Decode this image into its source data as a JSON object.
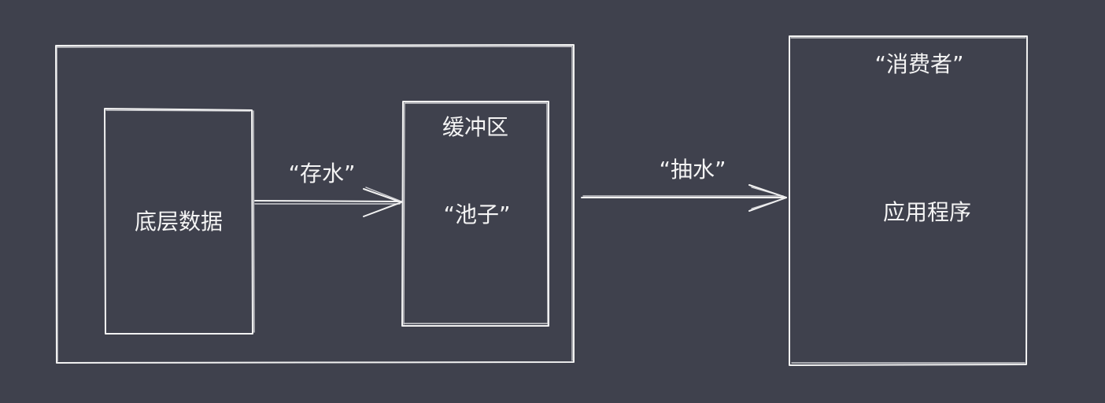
{
  "diagram": {
    "title": "",
    "background_color": "#3f414d",
    "stroke_color": "#f2f2f2",
    "nodes": {
      "underlying_data": {
        "label": "底层数据"
      },
      "buffer": {
        "title": "缓冲区",
        "subtitle": "“池子”"
      },
      "consumer": {
        "title": "“消费者”",
        "subtitle": "应用程序"
      }
    },
    "edges": {
      "store_water": {
        "label": "“存水”",
        "from": "底层数据",
        "to": "缓冲区"
      },
      "pump_water": {
        "label": "“抽水”",
        "from": "缓冲区",
        "to": "应用程序"
      }
    },
    "groups": {
      "producer_container": {
        "contains": [
          "底层数据",
          "缓冲区"
        ]
      }
    }
  }
}
